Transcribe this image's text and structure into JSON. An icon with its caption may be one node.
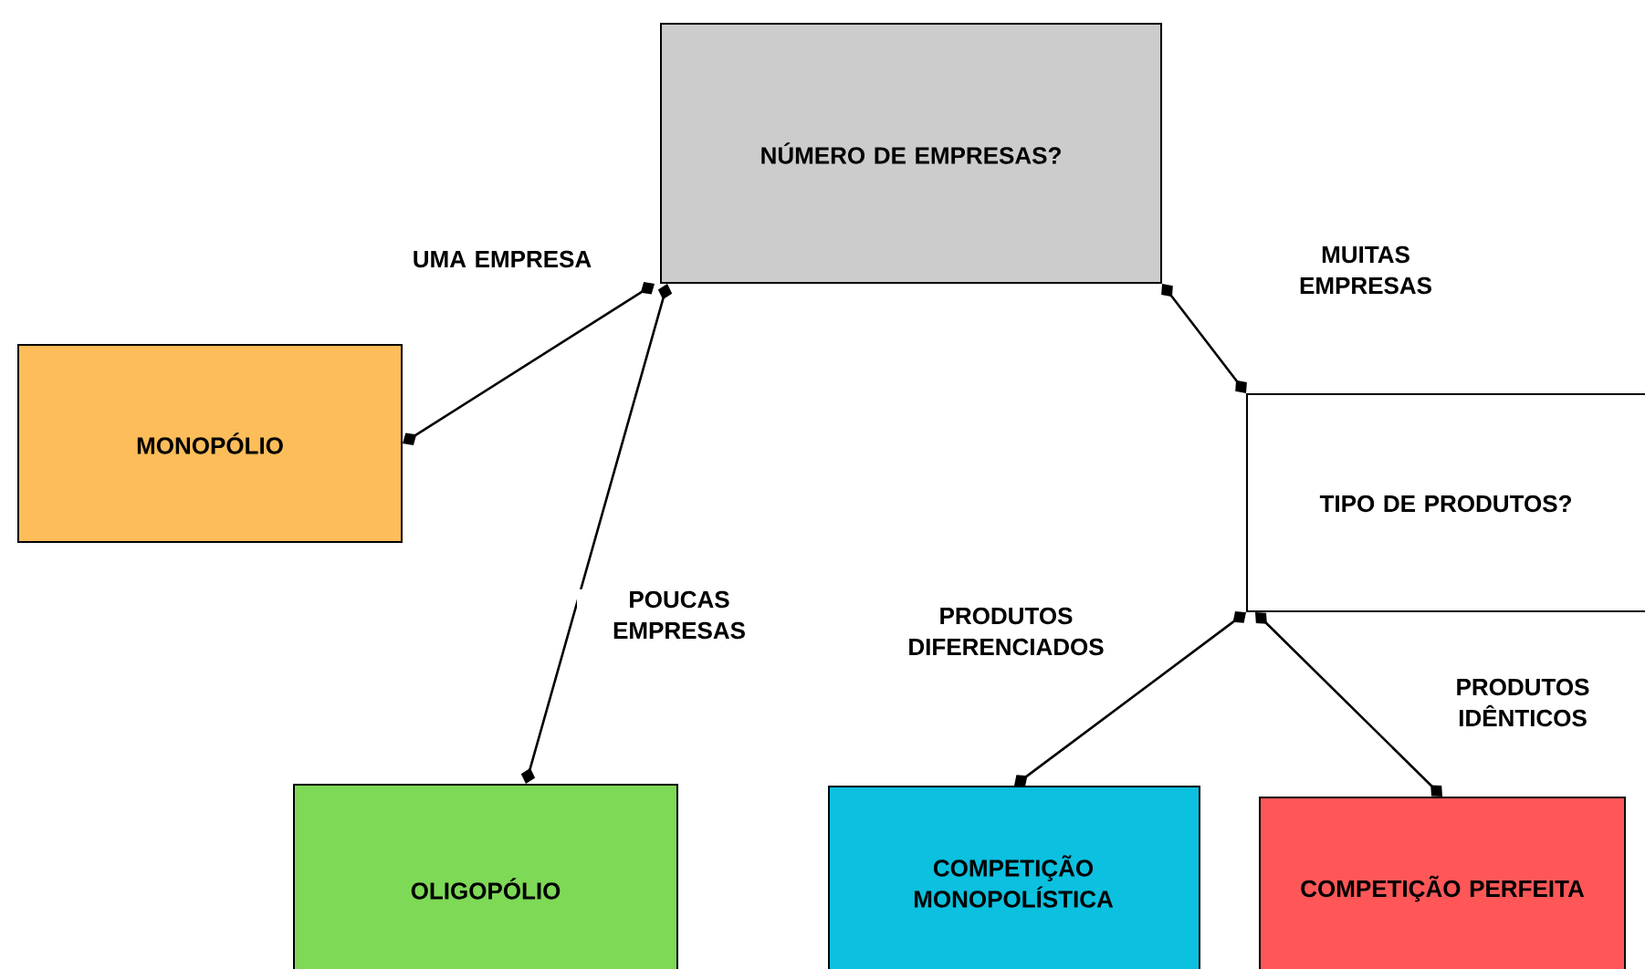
{
  "diagram": {
    "nodes": [
      {
        "text": [
          "NÚMERO DE EMPRESAS?"
        ]
      },
      {
        "text": [
          "MONOPÓLIO"
        ]
      },
      {
        "text": [
          "TIPO DE PRODUTOS?"
        ]
      },
      {
        "text": [
          "OLIGOPÓLIO"
        ]
      },
      {
        "text": [
          "COMPETIÇÃO MONOPOLÍSTICA"
        ]
      },
      {
        "text": [
          "COMPETIÇÃO PERFEITA"
        ]
      }
    ],
    "edges": [
      {
        "from": 0,
        "to": 1,
        "arrow": "other",
        "label": "UMA EMPRESA"
      },
      {
        "from": 0,
        "to": 3,
        "arrow": "other",
        "label": "POUCAS EMPRESAS"
      },
      {
        "from": 0,
        "to": 2,
        "arrow": "other",
        "label": "MUITAS EMPRESAS"
      },
      {
        "from": 2,
        "to": 4,
        "arrow": "other",
        "label": "PRODUTOS DIFERENCIADOS"
      },
      {
        "from": 2,
        "to": 5,
        "arrow": "other",
        "label": "PRODUTOS IDÊNTICOS"
      }
    ]
  }
}
